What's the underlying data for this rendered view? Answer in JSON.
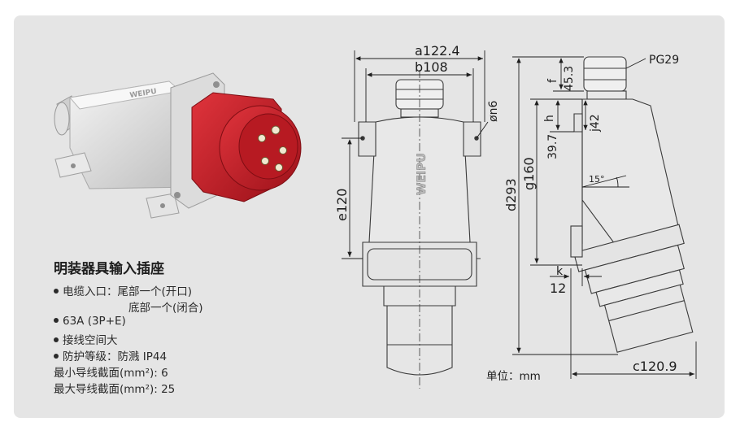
{
  "product": {
    "title": "明装器具输入插座",
    "brand_mark": "WEIPU",
    "specs": [
      {
        "bullet": true,
        "text": "电缆入口：尾部一个(开口)"
      },
      {
        "bullet": false,
        "text": "底部一个(闭合)"
      },
      {
        "bullet": true,
        "text": "63A (3P+E)"
      },
      {
        "bullet": true,
        "text": "接线空间大"
      },
      {
        "bullet": true,
        "text": "防护等级：防溅  IP44"
      },
      {
        "bullet": false,
        "text": "最小导线截面(mm²): 6"
      },
      {
        "bullet": false,
        "text": "最大导线截面(mm²): 25"
      }
    ]
  },
  "drawing": {
    "unit_label": "单位：mm",
    "front": {
      "a": "a122.4",
      "b": "b108",
      "n": "øn6",
      "e": "e120"
    },
    "side": {
      "pg": "PG29",
      "f": "f",
      "f_val": "45.3",
      "h": "h",
      "h_val": "39.7",
      "j": "j42",
      "g": "g160",
      "d": "d293",
      "angle": "15°",
      "k": "k",
      "k_val": "12",
      "c": "c120.9"
    }
  },
  "colors": {
    "background": "#e5e5e5",
    "plug_red": "#c9202a",
    "body_grey": "#d8d8d8",
    "outline": "#3a3a3a"
  }
}
